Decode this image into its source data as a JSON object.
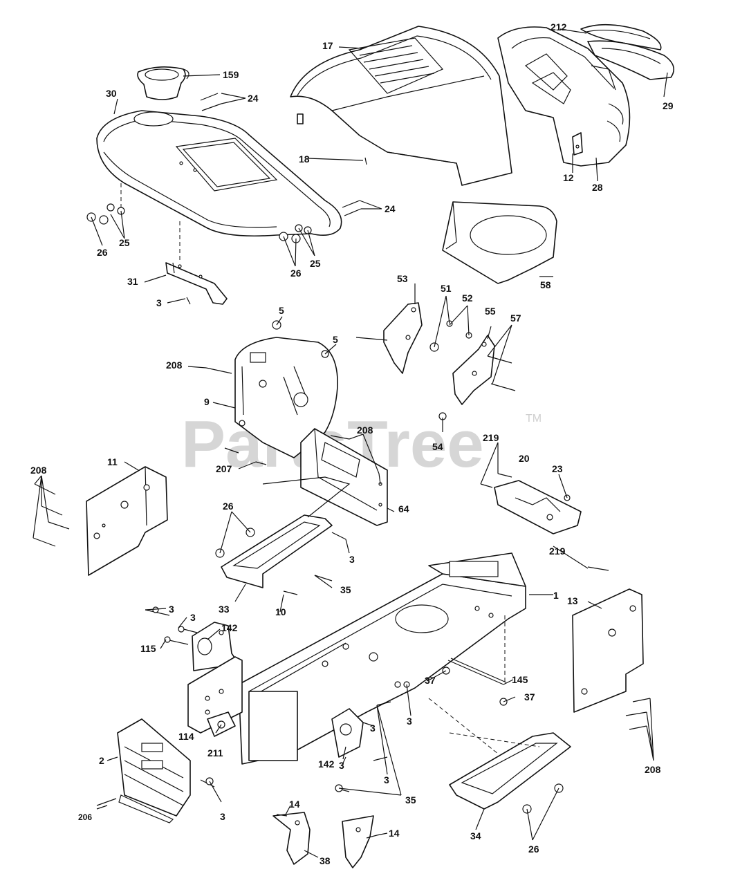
{
  "watermark": {
    "text": "PartsTree",
    "tm": "TM"
  },
  "callouts": {
    "c1": "1",
    "c2": "2",
    "c3": "3",
    "c5": "5",
    "c9": "9",
    "c10": "10",
    "c11": "11",
    "c12": "12",
    "c13": "13",
    "c14": "14",
    "c17": "17",
    "c18": "18",
    "c20": "20",
    "c23": "23",
    "c24": "24",
    "c25": "25",
    "c26": "26",
    "c28": "28",
    "c29": "29",
    "c30": "30",
    "c31": "31",
    "c33": "33",
    "c34": "34",
    "c35": "35",
    "c37": "37",
    "c38": "38",
    "c51": "51",
    "c52": "52",
    "c53": "53",
    "c54": "54",
    "c55": "55",
    "c57": "57",
    "c58": "58",
    "c64": "64",
    "c114": "114",
    "c115": "115",
    "c142": "142",
    "c145": "145",
    "c159": "159",
    "c206": "206",
    "c207": "207",
    "c208": "208",
    "c211": "211",
    "c212": "212",
    "c219": "219"
  }
}
